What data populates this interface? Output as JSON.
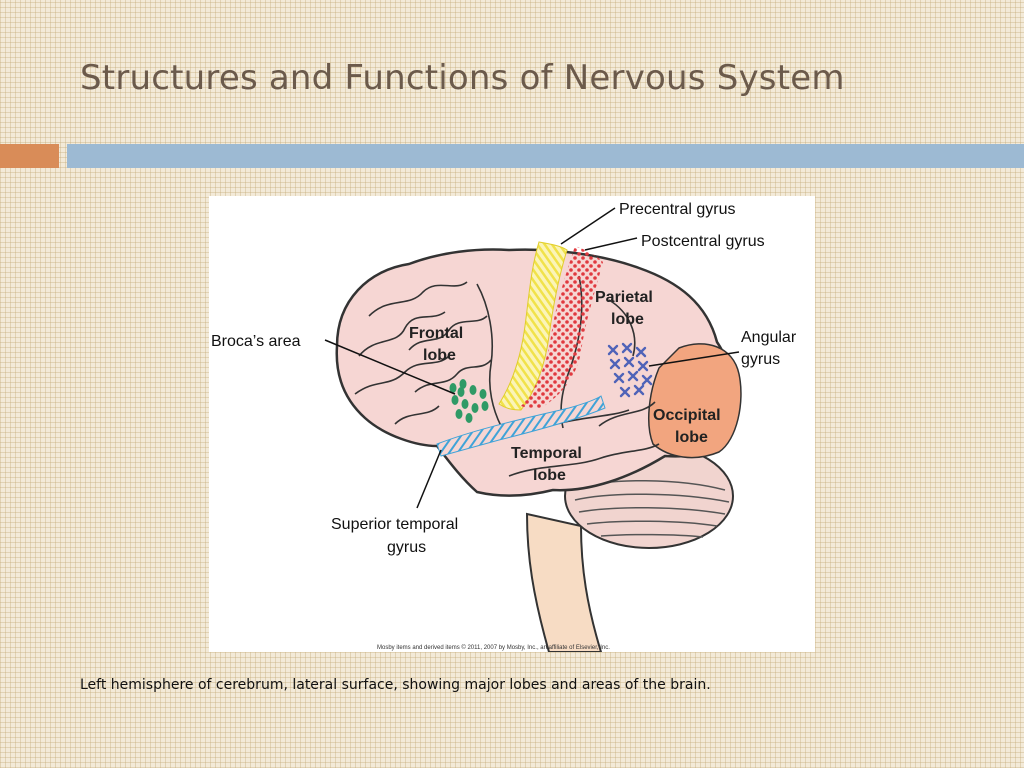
{
  "slide": {
    "title": "Structures and Functions of Nervous System",
    "caption": "Left hemisphere of cerebrum, lateral surface, showing major lobes and areas of the brain."
  },
  "figure": {
    "labels": {
      "precentral_gyrus": "Precentral gyrus",
      "postcentral_gyrus": "Postcentral gyrus",
      "parietal_line1": "Parietal",
      "parietal_line2": "lobe",
      "angular_line1": "Angular",
      "angular_line2": "gyrus",
      "brocas_area": "Broca’s area",
      "frontal_line1": "Frontal",
      "frontal_line2": "lobe",
      "occipital_line1": "Occipital",
      "occipital_line2": "lobe",
      "temporal_line1": "Temporal",
      "temporal_line2": "lobe",
      "superior_temporal_line1": "Superior temporal",
      "superior_temporal_line2": "gyrus"
    },
    "credit": "Mosby items and derived items © 2011, 2007 by Mosby, Inc., an affiliate of Elsevier, Inc."
  },
  "colors": {
    "background": "#f3ead8",
    "accent_orange": "#d98c58",
    "accent_blue": "#9dbad3",
    "title_text": "#6b5a4b",
    "brain_fill": "#f6d6d3",
    "occipital_fill": "#f2a57f",
    "brainstem_fill": "#f7dcc4",
    "precentral_yellow": "#f1e24a",
    "postcentral_red": "#e0393f",
    "broca_green": "#2f9a66",
    "temporal_blue": "#3fa3d8",
    "angular_purple": "#4f63b8"
  }
}
